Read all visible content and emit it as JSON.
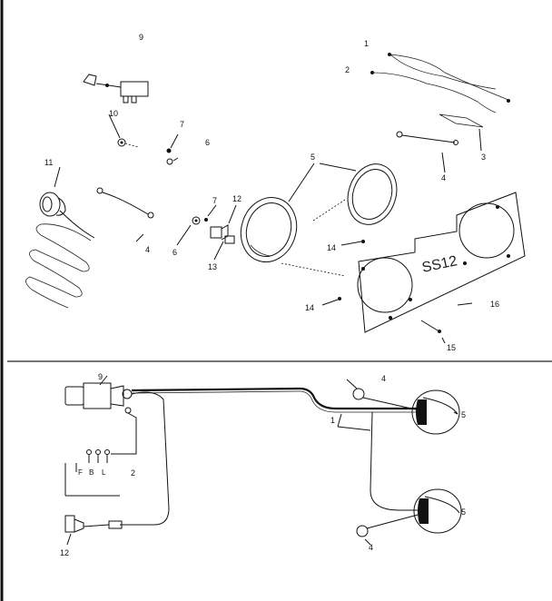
{
  "callouts": {
    "n1": "1",
    "n2": "2",
    "n3": "3",
    "n4": "4",
    "n5": "5",
    "n6": "6",
    "n7": "7",
    "n9": "9",
    "n10": "10",
    "n11": "11",
    "n12": "12",
    "n13": "13",
    "n14": "14",
    "n15": "15",
    "n16": "16"
  },
  "panel_text": "SS12",
  "switch_terminals": [
    "F",
    "B",
    "L"
  ]
}
